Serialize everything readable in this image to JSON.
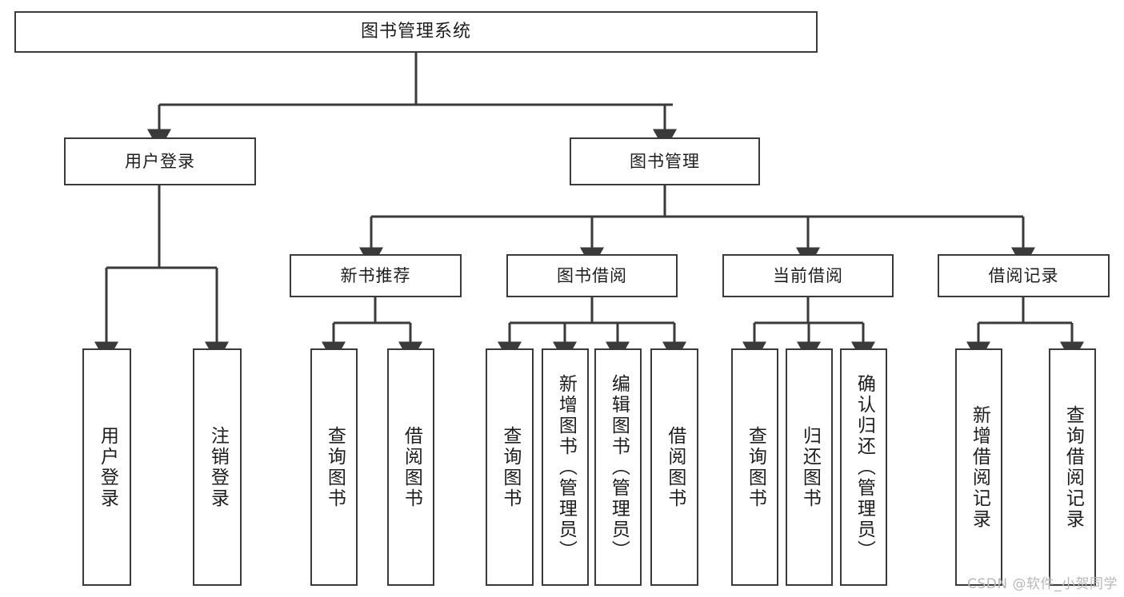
{
  "diagram": {
    "title": "图书管理系统",
    "type": "tree",
    "watermark": "CSDN @软件_小贺同学",
    "colors": {
      "stroke": "#3a3a3a",
      "box_fill": "#ffffff",
      "text": "#1d1d1d",
      "background": "#ffffff",
      "watermark": "#b8b8b8"
    },
    "levels": {
      "root": "图书管理系统",
      "level2": [
        "用户登录",
        "图书管理"
      ],
      "level3": [
        "新书推荐",
        "图书借阅",
        "当前借阅",
        "借阅记录"
      ]
    },
    "nodes": {
      "root": {
        "label": "图书管理系统"
      },
      "user_login": {
        "label": "用户登录"
      },
      "book_manage": {
        "label": "图书管理"
      },
      "new_book_rec": {
        "label": "新书推荐"
      },
      "book_borrow": {
        "label": "图书借阅"
      },
      "current_borrow": {
        "label": "当前借阅"
      },
      "borrow_record": {
        "label": "借阅记录"
      },
      "leaf_user_login": {
        "label": "用户登录"
      },
      "leaf_logout": {
        "label": "注销登录"
      },
      "leaf_query_book_1": {
        "label": "查询图书"
      },
      "leaf_borrow_book_1": {
        "label": "借阅图书"
      },
      "leaf_query_book_2": {
        "label": "查询图书"
      },
      "leaf_add_book": {
        "label": "新增图书（管理员）"
      },
      "leaf_edit_book": {
        "label": "编辑图书（管理员）"
      },
      "leaf_borrow_book_2": {
        "label": "借阅图书"
      },
      "leaf_query_book_3": {
        "label": "查询图书"
      },
      "leaf_return_book": {
        "label": "归还图书"
      },
      "leaf_confirm_return": {
        "label": "确认归还（管理员）"
      },
      "leaf_add_record": {
        "label": "新增借阅记录"
      },
      "leaf_query_record": {
        "label": "查询借阅记录"
      }
    },
    "edges": [
      {
        "from": "root",
        "to": "user_login"
      },
      {
        "from": "root",
        "to": "book_manage"
      },
      {
        "from": "user_login",
        "to": "leaf_user_login"
      },
      {
        "from": "user_login",
        "to": "leaf_logout"
      },
      {
        "from": "book_manage",
        "to": "new_book_rec"
      },
      {
        "from": "book_manage",
        "to": "book_borrow"
      },
      {
        "from": "book_manage",
        "to": "current_borrow"
      },
      {
        "from": "book_manage",
        "to": "borrow_record"
      },
      {
        "from": "new_book_rec",
        "to": "leaf_query_book_1"
      },
      {
        "from": "new_book_rec",
        "to": "leaf_borrow_book_1"
      },
      {
        "from": "book_borrow",
        "to": "leaf_query_book_2"
      },
      {
        "from": "book_borrow",
        "to": "leaf_add_book"
      },
      {
        "from": "book_borrow",
        "to": "leaf_edit_book"
      },
      {
        "from": "book_borrow",
        "to": "leaf_borrow_book_2"
      },
      {
        "from": "current_borrow",
        "to": "leaf_query_book_3"
      },
      {
        "from": "current_borrow",
        "to": "leaf_return_book"
      },
      {
        "from": "current_borrow",
        "to": "leaf_confirm_return"
      },
      {
        "from": "borrow_record",
        "to": "leaf_add_record"
      },
      {
        "from": "borrow_record",
        "to": "leaf_query_record"
      }
    ]
  }
}
